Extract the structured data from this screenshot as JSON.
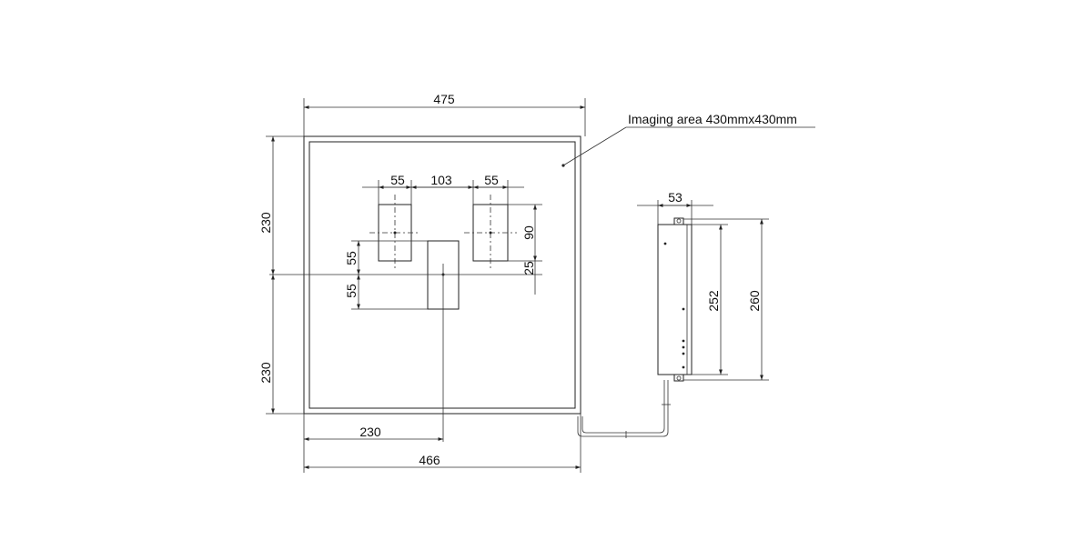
{
  "drawing": {
    "dims": {
      "overall_width": "475",
      "bottom_width": "466",
      "bottom_half": "230",
      "left_upper": "230",
      "left_lower": "230",
      "win_width_left": "55",
      "win_gap": "103",
      "win_width_right": "55",
      "win_height": "90",
      "win_offset": "25",
      "center_upper": "55",
      "center_lower": "55",
      "box_width": "53",
      "box_inner_height": "252",
      "box_outer_height": "260"
    },
    "annotation": "Imaging area 430mmx430mm"
  },
  "colors": {
    "line": "#222222",
    "background": "#ffffff"
  }
}
